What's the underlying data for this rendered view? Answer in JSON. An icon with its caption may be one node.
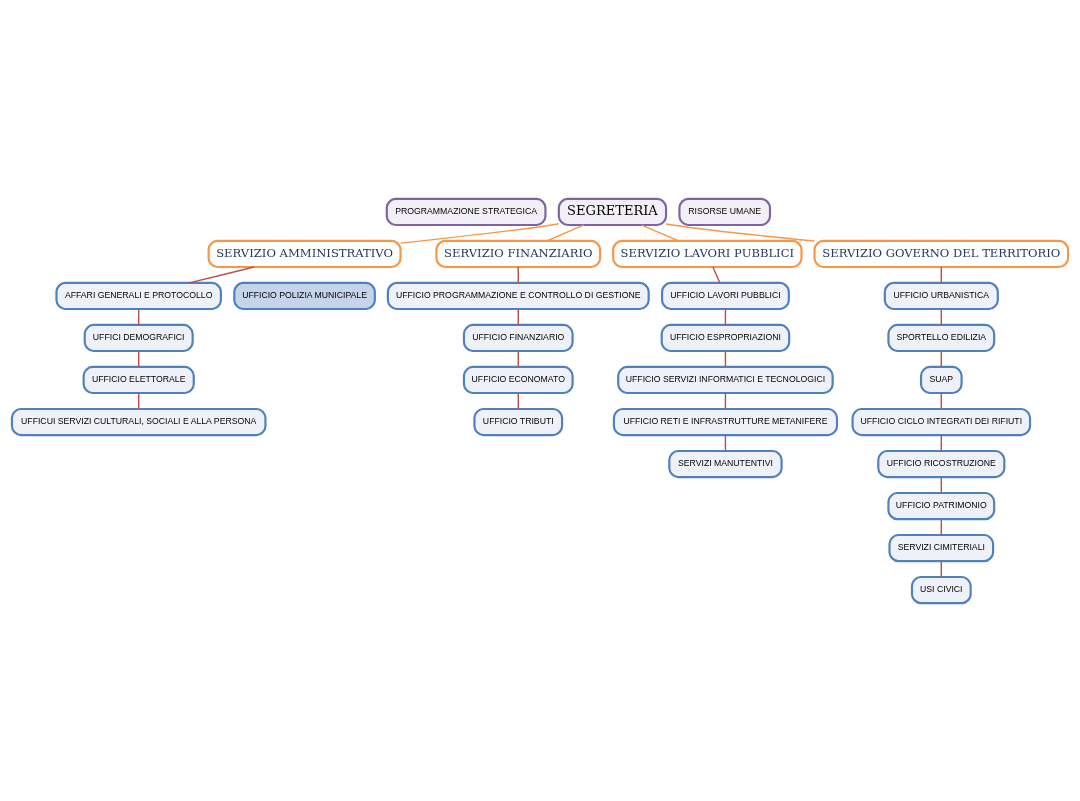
{
  "diagram": {
    "nodes": [
      {
        "text": [
          "PROGRAMMAZIONE STRATEGICA"
        ]
      },
      {
        "text": [
          "SEGRETERIA"
        ]
      },
      {
        "text": [
          "RISORSE UMANE"
        ]
      },
      {
        "text": [
          "SERVIZIO AMMINISTRATIVO"
        ]
      },
      {
        "text": [
          "SERVIZIO FINANZIARIO"
        ]
      },
      {
        "text": [
          "SERVIZIO LAVORI PUBBLICI"
        ]
      },
      {
        "text": [
          "SERVIZIO GOVERNO DEL TERRITORIO"
        ]
      },
      {
        "text": [
          "AFFARI GENERALI E PROTOCOLLO"
        ]
      },
      {
        "text": [
          "UFFICIO POLIZIA MUNICIPALE"
        ]
      },
      {
        "text": [
          "UFFICI DEMOGRAFICI"
        ]
      },
      {
        "text": [
          "UFFICIO ELETTORALE"
        ]
      },
      {
        "text": [
          "UFFICUI SERVIZI CULTURALI, SOCIALI E ALLA PERSONA"
        ]
      },
      {
        "text": [
          "UFFICIO PROGRAMMAZIONE E CONTROLLO DI GESTIONE"
        ]
      },
      {
        "text": [
          "UFFICIO FINANZIARIO"
        ]
      },
      {
        "text": [
          "UFFICIO ECONOMATO"
        ]
      },
      {
        "text": [
          "UFFICIO TRIBUTI"
        ]
      },
      {
        "text": [
          "UFFICIO LAVORI PUBBLICI"
        ]
      },
      {
        "text": [
          "UFFICIO ESPROPRIAZIONI"
        ]
      },
      {
        "text": [
          "UFFICIO SERVIZI INFORMATICI E TECNOLOGICI"
        ]
      },
      {
        "text": [
          "UFFICIO RETI E INFRASTRUTTURE METANIFERE"
        ]
      },
      {
        "text": [
          "SERVIZI MANUTENTIVI"
        ]
      },
      {
        "text": [
          "UFFICIO URBANISTICA"
        ]
      },
      {
        "text": [
          "SPORTELLO EDILIZIA"
        ]
      },
      {
        "text": [
          "SUAP"
        ]
      },
      {
        "text": [
          "UFFICIO CICLO INTEGRATI DEI RIFIUTI"
        ]
      },
      {
        "text": [
          "UFFICIO RICOSTRUZIONE"
        ]
      },
      {
        "text": [
          "UFFICIO PATRIMONIO"
        ]
      },
      {
        "text": [
          "SERVIZI CIMITERIALI"
        ]
      },
      {
        "text": [
          "USI CIVICI"
        ]
      }
    ],
    "edges": [
      {
        "from": 1,
        "to": 3,
        "arrow": "none",
        "color": "#f79646"
      },
      {
        "from": 1,
        "to": 4,
        "arrow": "none",
        "color": "#f79646"
      },
      {
        "from": 1,
        "to": 5,
        "arrow": "none",
        "color": "#f79646"
      },
      {
        "from": 1,
        "to": 6,
        "arrow": "none",
        "color": "#f79646"
      },
      {
        "from": 3,
        "to": 7,
        "arrow": "none"
      },
      {
        "from": 7,
        "to": 9,
        "arrow": "none"
      },
      {
        "from": 9,
        "to": 10,
        "arrow": "none"
      },
      {
        "from": 10,
        "to": 11,
        "arrow": "none"
      },
      {
        "from": 4,
        "to": 12,
        "arrow": "none"
      },
      {
        "from": 12,
        "to": 13,
        "arrow": "none"
      },
      {
        "from": 13,
        "to": 14,
        "arrow": "none"
      },
      {
        "from": 14,
        "to": 15,
        "arrow": "none"
      },
      {
        "from": 5,
        "to": 16,
        "arrow": "none"
      },
      {
        "from": 16,
        "to": 17,
        "arrow": "none"
      },
      {
        "from": 17,
        "to": 18,
        "arrow": "none"
      },
      {
        "from": 18,
        "to": 19,
        "arrow": "none"
      },
      {
        "from": 19,
        "to": 20,
        "arrow": "none"
      },
      {
        "from": 6,
        "to": 21,
        "arrow": "none"
      },
      {
        "from": 21,
        "to": 22,
        "arrow": "none"
      },
      {
        "from": 22,
        "to": 23,
        "arrow": "none"
      },
      {
        "from": 23,
        "to": 24,
        "arrow": "none"
      },
      {
        "from": 24,
        "to": 25,
        "arrow": "none"
      },
      {
        "from": 25,
        "to": 26,
        "arrow": "none"
      },
      {
        "from": 26,
        "to": 27,
        "arrow": "none"
      },
      {
        "from": 27,
        "to": 28,
        "arrow": "none"
      }
    ]
  }
}
